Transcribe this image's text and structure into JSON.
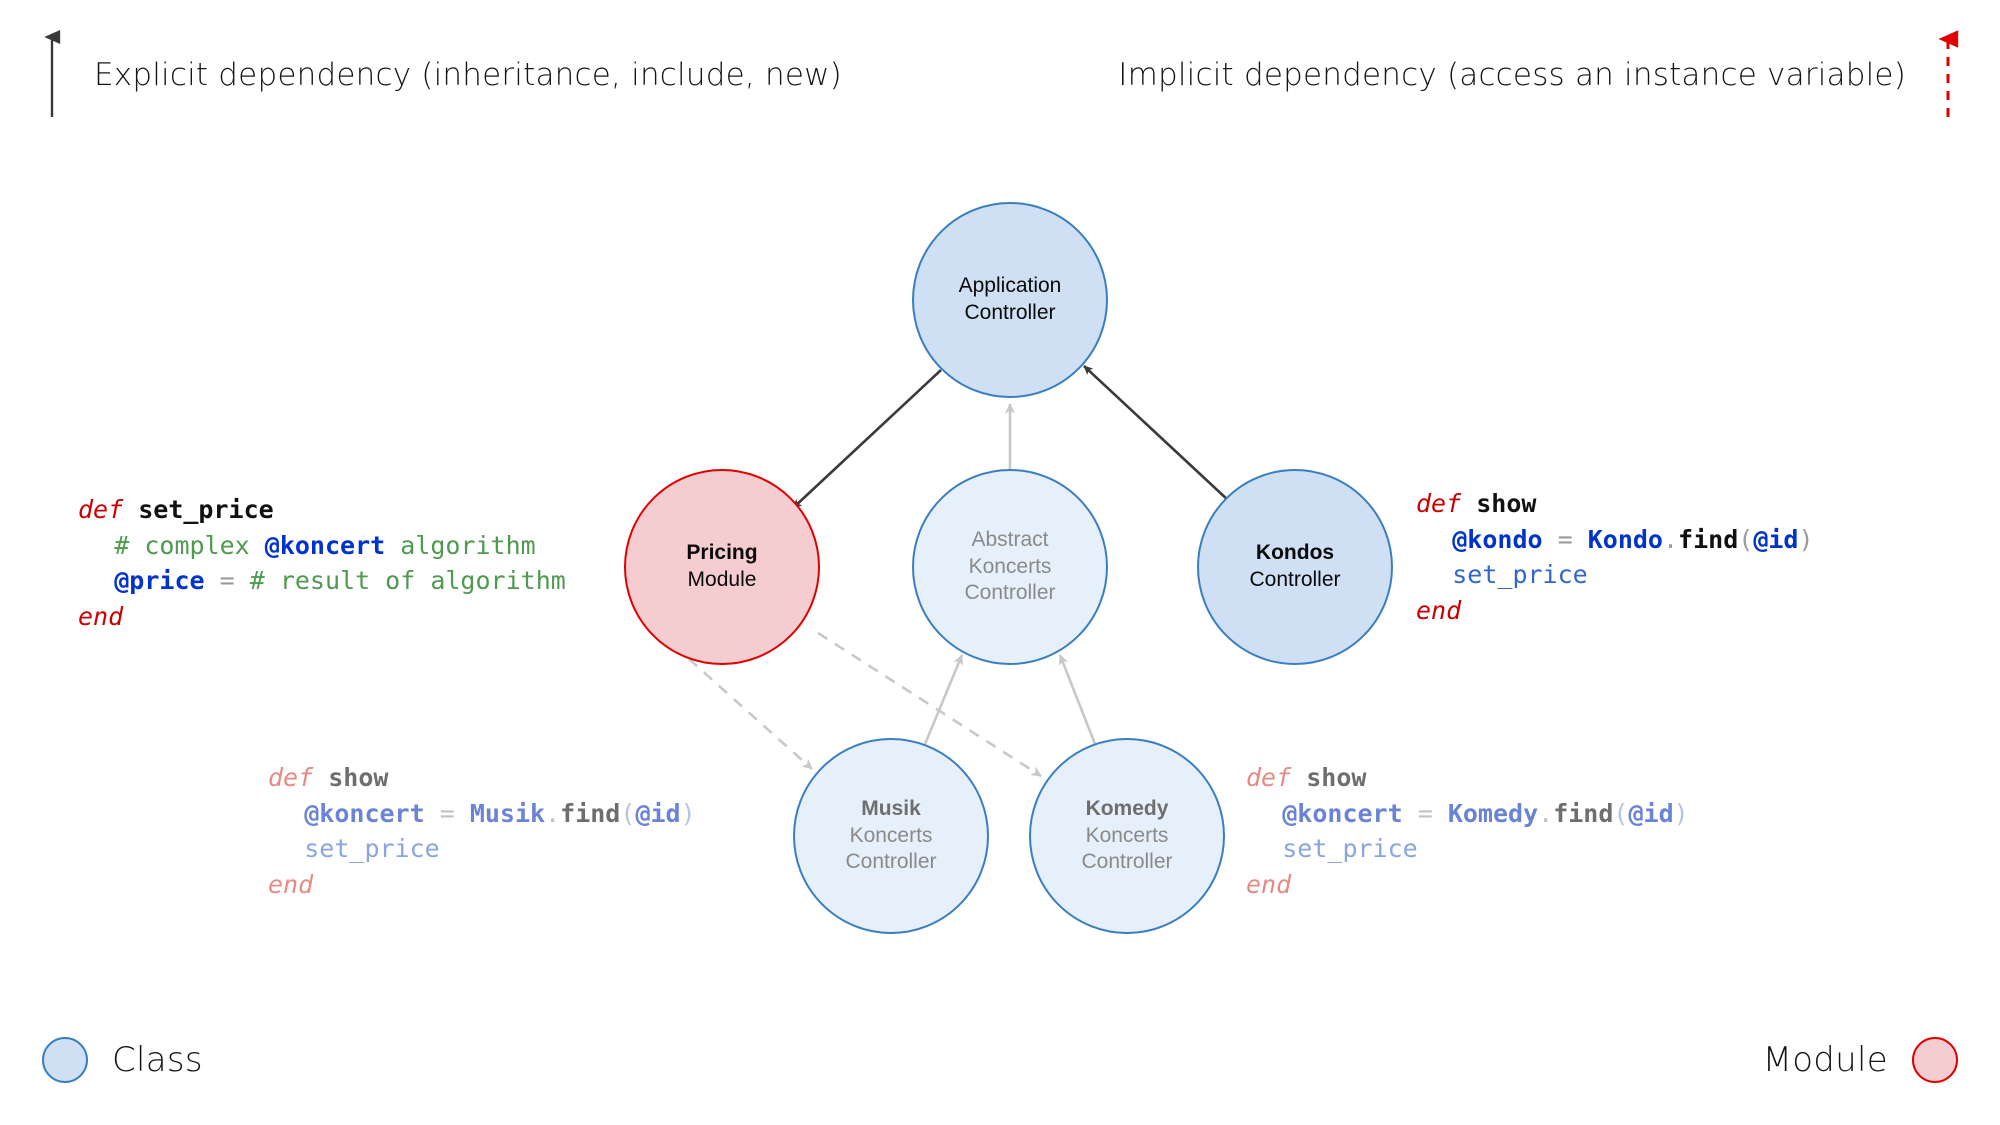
{
  "legend": {
    "top_left": {
      "text": "Explicit dependency (inheritance, include, new)",
      "arrow": "solid-up-arrow-black"
    },
    "top_right": {
      "text": "Implicit dependency (access an instance variable)",
      "arrow": "dashed-up-arrow-red"
    },
    "bottom_left": {
      "label": "Class",
      "color": "#cfe0f4",
      "stroke": "#3a7ec0"
    },
    "bottom_right": {
      "label": "Module",
      "color": "#f5ccd0",
      "stroke": "#e00000"
    }
  },
  "nodes": [
    {
      "id": "application-controller",
      "lines": [
        "Application",
        "Controller"
      ],
      "kind": "class",
      "emphasis": "dark",
      "bold_first": false
    },
    {
      "id": "pricing-module",
      "lines": [
        "Pricing",
        "Module"
      ],
      "kind": "module",
      "emphasis": "dark",
      "bold_first": true
    },
    {
      "id": "abstract-koncerts-controller",
      "lines": [
        "Abstract",
        "Koncerts",
        "Controller"
      ],
      "kind": "class-faded",
      "emphasis": "gray",
      "bold_first": false
    },
    {
      "id": "kondos-controller",
      "lines": [
        "Kondos",
        "Controller"
      ],
      "kind": "class",
      "emphasis": "dark",
      "bold_first": true
    },
    {
      "id": "musik-koncerts-controller",
      "lines": [
        "Musik",
        "Koncerts",
        "Controller"
      ],
      "kind": "class-faded",
      "emphasis": "gray",
      "bold_first": true
    },
    {
      "id": "komedy-koncerts-controller",
      "lines": [
        "Komedy",
        "Koncerts",
        "Controller"
      ],
      "kind": "class-faded",
      "emphasis": "gray",
      "bold_first": true
    }
  ],
  "edges": [
    {
      "from": "application-controller",
      "to": "pricing-module",
      "style": "solid",
      "color": "#3a3a3a",
      "kind": "explicit"
    },
    {
      "from": "abstract-koncerts-controller",
      "to": "application-controller",
      "style": "solid",
      "color": "#c8c8c8",
      "kind": "explicit"
    },
    {
      "from": "kondos-controller",
      "to": "application-controller",
      "style": "solid",
      "color": "#3a3a3a",
      "kind": "explicit"
    },
    {
      "from": "pricing-module",
      "to": "musik-koncerts-controller",
      "style": "dashed",
      "color": "#c8c8c8",
      "kind": "implicit"
    },
    {
      "from": "pricing-module",
      "to": "komedy-koncerts-controller",
      "style": "dashed",
      "color": "#c8c8c8",
      "kind": "implicit"
    },
    {
      "from": "musik-koncerts-controller",
      "to": "abstract-koncerts-controller",
      "style": "solid",
      "color": "#c8c8c8",
      "kind": "explicit"
    },
    {
      "from": "komedy-koncerts-controller",
      "to": "abstract-koncerts-controller",
      "style": "solid",
      "color": "#c8c8c8",
      "kind": "explicit"
    }
  ],
  "code_snippets": {
    "set_price": {
      "id": "pricing-module-set-price",
      "faded": false,
      "lines": [
        {
          "indent": 0,
          "tokens": [
            {
              "t": "def",
              "c": "kw"
            },
            {
              "t": " ",
              "c": "op"
            },
            {
              "t": "set_price",
              "c": "mname"
            }
          ]
        },
        {
          "indent": 1,
          "tokens": [
            {
              "t": "# complex ",
              "c": "comment"
            },
            {
              "t": "@koncert",
              "c": "ivar"
            },
            {
              "t": " algorithm",
              "c": "comment"
            }
          ]
        },
        {
          "indent": 1,
          "tokens": [
            {
              "t": "@price",
              "c": "ivar"
            },
            {
              "t": " = ",
              "c": "op"
            },
            {
              "t": "# result of algorithm",
              "c": "comment"
            }
          ]
        },
        {
          "indent": 0,
          "tokens": [
            {
              "t": "end",
              "c": "kw"
            }
          ]
        }
      ]
    },
    "kondos_show": {
      "id": "kondos-controller-show",
      "faded": false,
      "lines": [
        {
          "indent": 0,
          "tokens": [
            {
              "t": "def",
              "c": "kw"
            },
            {
              "t": " ",
              "c": "op"
            },
            {
              "t": "show",
              "c": "mname"
            }
          ]
        },
        {
          "indent": 1,
          "tokens": [
            {
              "t": "@kondo",
              "c": "ivar"
            },
            {
              "t": " = ",
              "c": "op"
            },
            {
              "t": "Kondo",
              "c": "konst"
            },
            {
              "t": ".",
              "c": "op"
            },
            {
              "t": "find",
              "c": "meth"
            },
            {
              "t": "(",
              "c": "paren"
            },
            {
              "t": "@id",
              "c": "ivar"
            },
            {
              "t": ")",
              "c": "paren"
            }
          ]
        },
        {
          "indent": 1,
          "tokens": [
            {
              "t": "set_price",
              "c": "call"
            }
          ]
        },
        {
          "indent": 0,
          "tokens": [
            {
              "t": "end",
              "c": "kw"
            }
          ]
        }
      ]
    },
    "musik_show": {
      "id": "musik-koncerts-controller-show",
      "faded": true,
      "lines": [
        {
          "indent": 0,
          "tokens": [
            {
              "t": "def",
              "c": "kw"
            },
            {
              "t": " ",
              "c": "op"
            },
            {
              "t": "show",
              "c": "mname"
            }
          ]
        },
        {
          "indent": 1,
          "tokens": [
            {
              "t": "@koncert",
              "c": "ivar"
            },
            {
              "t": " = ",
              "c": "op"
            },
            {
              "t": "Musik",
              "c": "konst"
            },
            {
              "t": ".",
              "c": "op"
            },
            {
              "t": "find",
              "c": "meth"
            },
            {
              "t": "(",
              "c": "paren"
            },
            {
              "t": "@id",
              "c": "ivar"
            },
            {
              "t": ")",
              "c": "paren"
            }
          ]
        },
        {
          "indent": 1,
          "tokens": [
            {
              "t": "set_price",
              "c": "call"
            }
          ]
        },
        {
          "indent": 0,
          "tokens": [
            {
              "t": "end",
              "c": "kw"
            }
          ]
        }
      ]
    },
    "komedy_show": {
      "id": "komedy-koncerts-controller-show",
      "faded": true,
      "lines": [
        {
          "indent": 0,
          "tokens": [
            {
              "t": "def",
              "c": "kw"
            },
            {
              "t": " ",
              "c": "op"
            },
            {
              "t": "show",
              "c": "mname"
            }
          ]
        },
        {
          "indent": 1,
          "tokens": [
            {
              "t": "@koncert",
              "c": "ivar"
            },
            {
              "t": " = ",
              "c": "op"
            },
            {
              "t": "Komedy",
              "c": "konst"
            },
            {
              "t": ".",
              "c": "op"
            },
            {
              "t": "find",
              "c": "meth"
            },
            {
              "t": "(",
              "c": "paren"
            },
            {
              "t": "@id",
              "c": "ivar"
            },
            {
              "t": ")",
              "c": "paren"
            }
          ]
        },
        {
          "indent": 1,
          "tokens": [
            {
              "t": "set_price",
              "c": "call"
            }
          ]
        },
        {
          "indent": 0,
          "tokens": [
            {
              "t": "end",
              "c": "kw"
            }
          ]
        }
      ]
    }
  },
  "colors": {
    "class_fill": "#cfe0f4",
    "class_fill_faded": "#e6f0fb",
    "class_stroke": "#3a7ec0",
    "module_fill": "#f5ccd0",
    "module_stroke": "#e00000",
    "edge_dark": "#3a3a3a",
    "edge_light": "#c8c8c8",
    "implicit_legend": "#e00000"
  }
}
